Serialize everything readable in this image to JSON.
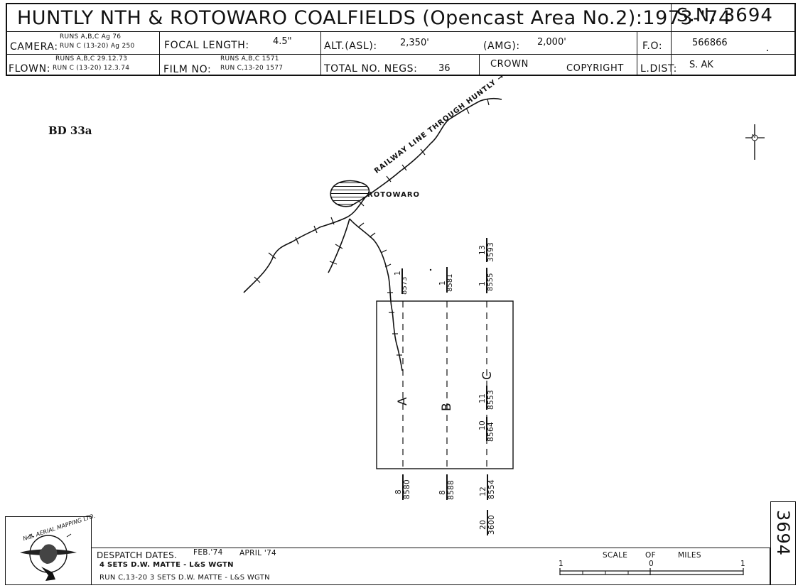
{
  "header": {
    "title": "HUNTLY NTH & ROTOWARO COALFIELDS (Opencast Area No.2):1973-'74",
    "sn": "S.N. 3694",
    "camera_label": "CAMERA:",
    "camera_top": "RUNS A,B,C     Ag 76",
    "camera_bottom": "RUN C (13-20) Ag 250",
    "focal_label": "FOCAL LENGTH:",
    "focal_value": "4.5\"",
    "alt_label": "ALT.(ASL):",
    "alt_value": "2,350'",
    "amg_label": "(AMG):",
    "amg_value": "2,000'",
    "fo_label": "F.O:",
    "fo_value": "566866",
    "flown_label": "FLOWN:",
    "flown_top": "RUNS A,B,C     29.12.73",
    "flown_bottom": "RUN C (13-20) 12.3.74",
    "film_label": "FILM NO:",
    "film_top": "RUNS A,B,C  1571",
    "film_bottom": "RUN C,13-20 1577",
    "negs_label": "TOTAL NO. NEGS:",
    "negs_value": "36",
    "crown": "CROWN",
    "copyright": "COPYRIGHT",
    "ldist_label": "L.DIST:",
    "ldist_value": "S. AK"
  },
  "map": {
    "sheet_id": "BD 33a",
    "railway_label": "RAILWAY LINE THROUGH HUNTLY",
    "railway_arrow": "→",
    "place_label": "ROTOWARO",
    "north_symbol": "N",
    "runs": [
      {
        "label": "A",
        "top": {
          "num": "1",
          "den": "8573"
        },
        "bottom": {
          "num": "8",
          "den": "8580"
        }
      },
      {
        "label": "B",
        "top": {
          "num": "1",
          "den": "8581"
        },
        "bottom": {
          "num": "8",
          "den": "8588"
        }
      },
      {
        "label": "C",
        "top": {
          "num": "1",
          "den": "8555"
        },
        "bottom": {
          "num": "12",
          "den": "8554"
        }
      }
    ],
    "extra_frames": [
      {
        "num": "13",
        "den": "3593"
      },
      {
        "num": "11",
        "den": "8553"
      },
      {
        "num": "10",
        "den": "8564"
      },
      {
        "num": "20",
        "den": "3600"
      }
    ]
  },
  "footer": {
    "despatch_label": "DESPATCH DATES.",
    "despatch_date1": "FEB.'74",
    "despatch_date2": "APRIL '74",
    "line2": "4 SETS D.W. MATTE - L&S WGTN",
    "line3": "RUN C,13-20  3 SETS D.W. MATTE - L&S WGTN",
    "scale_label": "SCALE",
    "scale_of": "OF",
    "scale_miles": "MILES",
    "scale_left": "1",
    "scale_mid": "0",
    "scale_right": "1",
    "sn_vertical": "3694",
    "logo_text": "N.Z. AERIAL MAPPING LTD."
  }
}
